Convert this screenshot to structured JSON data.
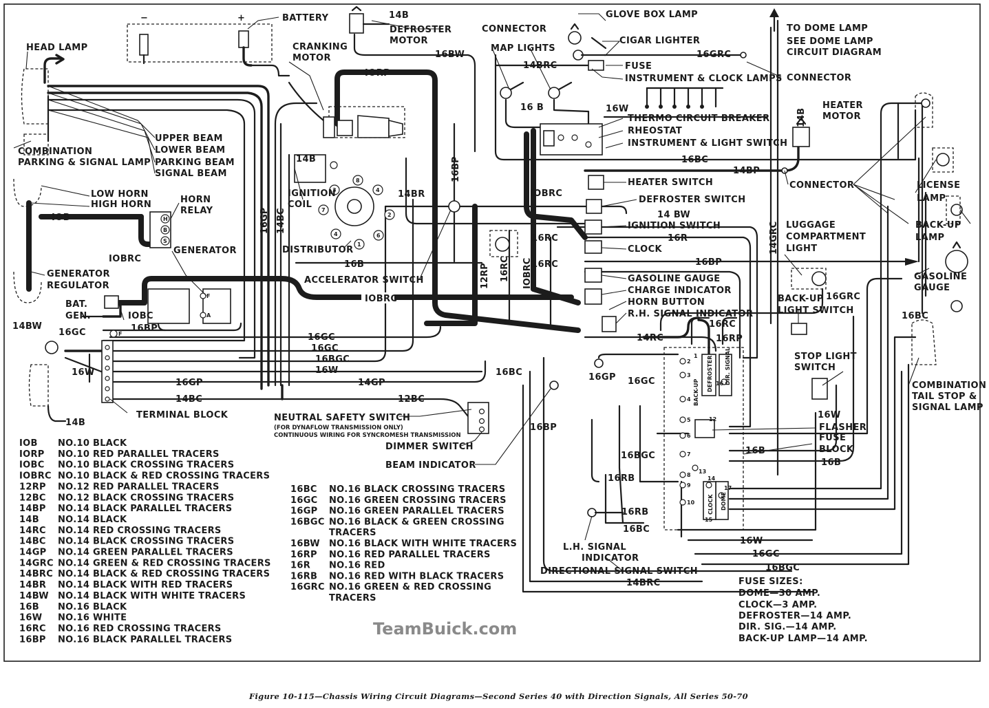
{
  "labels": {
    "head_lamp": "HEAD LAMP",
    "battery": "BATTERY",
    "battery_neg": "−",
    "battery_pos": "+",
    "defroster_motor_1": "DEFROSTER",
    "defroster_motor_2": "MOTOR",
    "connector_top": "CONNECTOR",
    "glove_box_lamp": "GLOVE BOX LAMP",
    "to_dome_lamp": "TO DOME LAMP",
    "see_dome_1": "SEE DOME LAMP",
    "see_dome_2": "CIRCUIT DIAGRAM",
    "cigar_lighter": "CIGAR LIGHTER",
    "cranking_motor_1": "CRANKING",
    "cranking_motor_2": "MOTOR",
    "map_lights": "MAP LIGHTS",
    "fuse": "FUSE",
    "connector_right": "CONNECTOR",
    "instrument_clock_lamps": "INSTRUMENT & CLOCK LAMPS",
    "thermo_circuit_breaker": "THERMO CIRCUIT BREAKER",
    "rheostat": "RHEOSTAT",
    "instrument_light_switch": "INSTRUMENT & LIGHT SWITCH",
    "heater_motor_1": "HEATER",
    "heater_motor_2": "MOTOR",
    "upper_beam": "UPPER BEAM",
    "lower_beam": "LOWER BEAM",
    "parking_beam": "PARKING BEAM",
    "signal_beam": "SIGNAL BEAM",
    "combination_1": "COMBINATION",
    "combination_2": "PARKING & SIGNAL LAMP",
    "low_horn": "LOW HORN",
    "high_horn": "HIGH HORN",
    "horn_relay_1": "HORN",
    "horn_relay_2": "RELAY",
    "generator": "GENERATOR",
    "generator_regulator_1": "GENERATOR",
    "generator_regulator_2": "REGULATOR",
    "ignition_coil_1": "IGNITION",
    "ignition_coil_2": "COIL",
    "distributor": "DISTRIBUTOR",
    "accelerator_switch": "ACCELERATOR SWITCH",
    "heater_switch": "HEATER SWITCH",
    "defroster_switch": "DEFROSTER SWITCH",
    "ignition_switch": "IGNITION SWITCH",
    "clock": "CLOCK",
    "gasoline_gauge": "GASOLINE GAUGE",
    "charge_indicator": "CHARGE INDICATOR",
    "horn_button": "HORN BUTTON",
    "rh_signal_indicator": "R.H. SIGNAL INDICATOR",
    "connector_mid": "CONNECTOR",
    "license_lamp_1": "LICENSE",
    "license_lamp_2": "LAMP",
    "backup_lamp_1": "BACK-UP",
    "backup_lamp_2": "LAMP",
    "luggage_1": "LUGGAGE",
    "luggage_2": "COMPARTMENT",
    "luggage_3": "LIGHT",
    "gasoline_gauge_r_1": "GASOLINE",
    "gasoline_gauge_r_2": "GAUGE",
    "backup_light_switch_1": "BACK-UP",
    "backup_light_switch_2": "LIGHT SWITCH",
    "stop_light_switch_1": "STOP LIGHT",
    "stop_light_switch_2": "SWITCH",
    "comb_tail_1": "COMBINATION",
    "comb_tail_2": "TAIL STOP &",
    "comb_tail_3": "SIGNAL LAMP",
    "bat": "BAT.",
    "gen": "GEN.",
    "terminal_block": "TERMINAL BLOCK",
    "neutral_safety_switch": "NEUTRAL SAFETY SWITCH",
    "nss_note_1": "(FOR DYNAFLOW TRANSMISSION ONLY)",
    "nss_note_2": "CONTINUOUS WIRING FOR SYNCROMESH TRANSMISSION",
    "dimmer_switch": "DIMMER SWITCH",
    "beam_indicator": "BEAM INDICATOR",
    "flasher": "FLASHER",
    "fuse_block_1": "FUSE",
    "fuse_block_2": "BLOCK",
    "lh_signal_1": "L.H. SIGNAL",
    "lh_signal_2": "INDICATOR",
    "directional_signal_switch": "DIRECTIONAL SIGNAL SWITCH",
    "relay_b": "B",
    "relay_s": "S",
    "relay_h": "H",
    "gen_f": "F",
    "gen_a": "A",
    "gen_f2": "F"
  },
  "wire_labels": {
    "w_14b_top": "14B",
    "w_16bw": "16BW",
    "w_14brc_top": "14BRC",
    "w_16grc_top": "16GRC",
    "w_10rp": "IORP",
    "w_16b_map": "16 B",
    "w_16w_top": "16W",
    "w_14b_heater": "14B",
    "w_16bc_right": "16BC",
    "w_14bp_right": "14BP",
    "w_14b_coil": "14B",
    "w_16bp_v": "16BP",
    "w_14br": "14BR",
    "w_10brc_mid": "IOBRC",
    "w_16gp_v": "16GP",
    "w_14bc_v": "14BC",
    "w_14bw_mid": "14 BW",
    "w_16r": "16R",
    "w_16rc_a": "16RC",
    "w_16rc_b": "16RC",
    "w_16bp_mid": "16BP",
    "w_14grc_v": "14GRC",
    "w_10b": "IOB",
    "w_10brc_left": "IOBRC",
    "w_16b_mid": "16B",
    "w_12rp": "12RP",
    "w_16rc_v": "16RC",
    "w_10brc_v": "IOBRC",
    "w_10brc_long": "IOBRC",
    "w_10bc": "IOBC",
    "w_16bp_left": "16BP",
    "w_14bw_left": "14BW",
    "w_16gc_left": "16GC",
    "w_16gc_mid": "16GC",
    "w_16gc_h": "16GC",
    "w_16bgc_h": "16BGC",
    "w_16w_h": "16W",
    "w_16w_left": "16W",
    "w_16gp_h": "16GP",
    "w_14gp_h": "14GP",
    "w_14bc_h": "14BC",
    "w_12bc_h": "12BC",
    "w_16bc_mid": "16BC",
    "w_14b_left": "14B",
    "w_14rc": "14RC",
    "w_16rc_box": "16RC",
    "w_16rp": "16RP",
    "w_16grc_r": "16GRC",
    "w_16bc_far": "16BC",
    "w_16gp_box": "16GP",
    "w_16gc_box": "16GC",
    "w_16bp_box": "16BP",
    "w_16bgc_box": "16BGC",
    "w_16rb": "16RB",
    "w_16rb_b": "16RB",
    "w_16bc_box": "16BC",
    "w_16w_box": "16W",
    "w_16b_box": "16B",
    "w_16b_box2": "16B",
    "w_16w_bot": "16W",
    "w_16gc_bot": "16GC",
    "w_16bgc_bot": "16BGC",
    "w_14brc_bot": "14BRC"
  },
  "legend_left": [
    {
      "code": "IOB",
      "desc": "NO.10 BLACK"
    },
    {
      "code": "IORP",
      "desc": "NO.10 RED PARALLEL TRACERS"
    },
    {
      "code": "IOBC",
      "desc": "NO.10 BLACK CROSSING TRACERS"
    },
    {
      "code": "IOBRC",
      "desc": "NO.10 BLACK & RED CROSSING TRACERS"
    },
    {
      "code": "12RP",
      "desc": "NO.12 RED PARALLEL TRACERS"
    },
    {
      "code": "12BC",
      "desc": "NO.12 BLACK CROSSING TRACERS"
    },
    {
      "code": "14BP",
      "desc": "NO.14 BLACK PARALLEL TRACERS"
    },
    {
      "code": "14B",
      "desc": "NO.14 BLACK"
    },
    {
      "code": "14RC",
      "desc": "NO.14 RED CROSSING TRACERS"
    },
    {
      "code": "14BC",
      "desc": "NO.14 BLACK CROSSING TRACERS"
    },
    {
      "code": "14GP",
      "desc": "NO.14 GREEN PARALLEL TRACERS"
    },
    {
      "code": "14GRC",
      "desc": "NO.14 GREEN & RED CROSSING TRACERS"
    },
    {
      "code": "14BRC",
      "desc": "NO.14 BLACK & RED CROSSING TRACERS"
    },
    {
      "code": "14BR",
      "desc": "NO.14 BLACK WITH RED TRACERS"
    },
    {
      "code": "14BW",
      "desc": "NO.14 BLACK WITH WHITE TRACERS"
    },
    {
      "code": "16B",
      "desc": "NO.16 BLACK"
    },
    {
      "code": "16W",
      "desc": "NO.16 WHITE"
    },
    {
      "code": "16RC",
      "desc": "NO.16 RED CROSSING TRACERS"
    },
    {
      "code": "16BP",
      "desc": "NO.16 BLACK PARALLEL TRACERS"
    }
  ],
  "legend_right": [
    {
      "code": "16BC",
      "desc": "NO.16 BLACK CROSSING TRACERS",
      "desc2": ""
    },
    {
      "code": "16GC",
      "desc": "NO.16 GREEN CROSSING TRACERS",
      "desc2": ""
    },
    {
      "code": "16GP",
      "desc": "NO.16 GREEN PARALLEL TRACERS",
      "desc2": ""
    },
    {
      "code": "16BGC",
      "desc": "NO.16 BLACK & GREEN CROSSING",
      "desc2": "TRACERS"
    },
    {
      "code": "16BW",
      "desc": "NO.16 BLACK WITH WHITE TRACERS",
      "desc2": ""
    },
    {
      "code": "16RP",
      "desc": "NO.16 RED PARALLEL TRACERS",
      "desc2": ""
    },
    {
      "code": "16R",
      "desc": "NO.16 RED",
      "desc2": ""
    },
    {
      "code": "16RB",
      "desc": "NO.16 RED WITH BLACK TRACERS",
      "desc2": ""
    },
    {
      "code": "16GRC",
      "desc": "NO.16 GREEN & RED CROSSING",
      "desc2": "TRACERS"
    }
  ],
  "fuse_sizes": {
    "title": "FUSE SIZES:",
    "items": [
      "DOME—30 AMP.",
      "CLOCK—3 AMP.",
      "DEFROSTER—14 AMP.",
      "DIR. SIG.—14 AMP.",
      "BACK-UP LAMP—14 AMP."
    ]
  },
  "fuse_block_labels": {
    "defroster": "DEFROSTER",
    "dir_signal": "DIR. SIGNAL",
    "back_up": "BACK-UP",
    "clock": "CLOCK",
    "dome": "DOME"
  },
  "watermark": "TeamBuick.com",
  "caption": "Figure 10-115—Chassis Wiring Circuit Diagrams—Second Series 40 with Direction Signals, All Series 50-70"
}
